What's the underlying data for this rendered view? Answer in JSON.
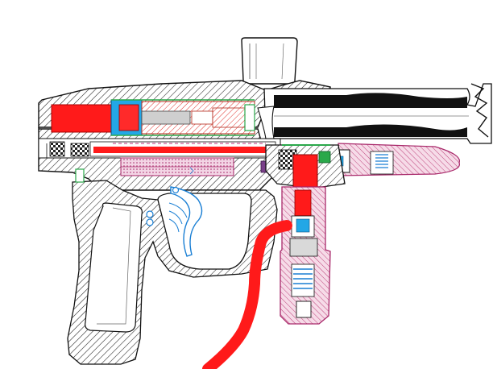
{
  "diagram": {
    "kind": "paintball-marker-cutaway",
    "colors": {
      "outline": "#111111",
      "hatch": "#222222",
      "red": "#ff1a1a",
      "blue": "#1a7fd4",
      "cyan": "#23a7e6",
      "magenta": "#c0307d",
      "pink": "#f1c6dc",
      "green": "#2aa84a",
      "brown": "#c45a1c",
      "purple": "#7a3f8a",
      "gray": "#9a9a9a"
    },
    "components": [
      {
        "name": "receiver-body"
      },
      {
        "name": "feed-neck"
      },
      {
        "name": "barrel"
      },
      {
        "name": "bolt-assembly"
      },
      {
        "name": "hammer"
      },
      {
        "name": "grip-frame"
      },
      {
        "name": "grip-panel"
      },
      {
        "name": "trigger"
      },
      {
        "name": "trigger-guard"
      },
      {
        "name": "valve-body"
      },
      {
        "name": "regulator"
      },
      {
        "name": "front-regulator"
      },
      {
        "name": "air-hose"
      }
    ]
  }
}
